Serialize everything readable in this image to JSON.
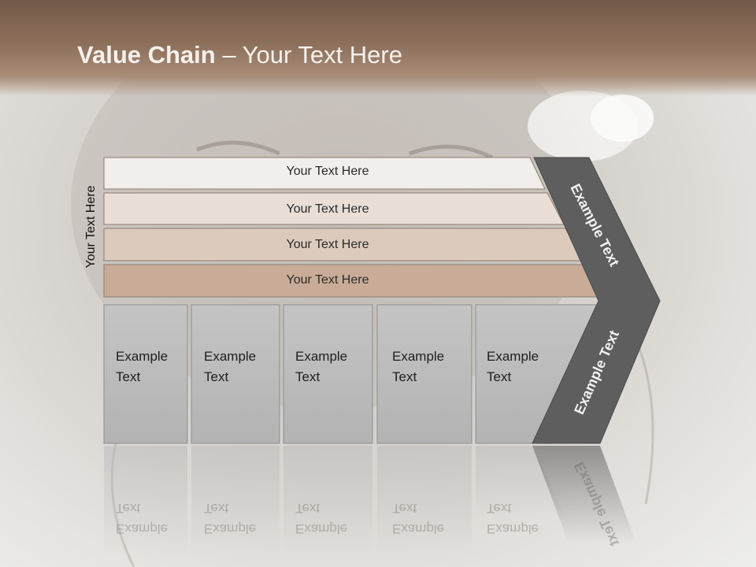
{
  "header": {
    "title_bold": "Value Chain",
    "title_rest": " – Your Text Here"
  },
  "side_label": "Your Text Here",
  "bars": [
    {
      "label": "Your Text Here",
      "color": "#f1eeeb"
    },
    {
      "label": "Your Text Here",
      "color": "#eadfd6"
    },
    {
      "label": "Your Text Here",
      "color": "#dccbbd"
    },
    {
      "label": "Your Text Here",
      "color": "#c9ac98"
    }
  ],
  "boxes": [
    {
      "line1": "Example",
      "line2": "Text"
    },
    {
      "line1": "Example",
      "line2": "Text"
    },
    {
      "line1": "Example",
      "line2": "Text"
    },
    {
      "line1": "Example",
      "line2": "Text"
    },
    {
      "line1": "Example",
      "line2": "Text"
    }
  ],
  "chevron": {
    "upper_label": "Example Text",
    "lower_label": "Example Text",
    "color": "#5e5e5e"
  }
}
